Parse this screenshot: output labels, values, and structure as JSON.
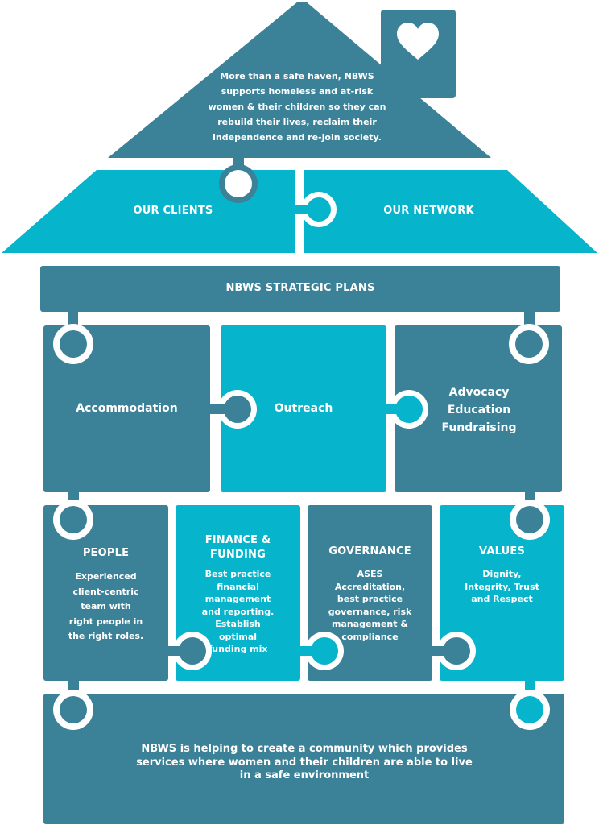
{
  "colors": {
    "dark": "#3b8298",
    "light": "#06b4cb",
    "background": "#ffffff",
    "text": "#ffffff"
  },
  "roof": {
    "intro": "More than a safe haven, NBWS supports homeless and at-risk women & their children so they can rebuild their lives, reclaim their independence and re-join society.",
    "chimney_icon": "heart-icon"
  },
  "eaves": {
    "left_label": "OUR CLIENTS",
    "right_label": "OUR NETWORK"
  },
  "strategic": {
    "label": "NBWS STRATEGIC PLANS"
  },
  "pillars": {
    "accommodation": "Accommodation",
    "outreach": "Outreach",
    "advocacy_lines": [
      "Advocacy",
      "Education",
      "Fundraising"
    ]
  },
  "foundations": [
    {
      "title_lines": [
        "PEOPLE"
      ],
      "body_lines": [
        "Experienced",
        "client-centric",
        "team with",
        "right people in",
        "the right roles."
      ]
    },
    {
      "title_lines": [
        "FINANCE &",
        "FUNDING"
      ],
      "body_lines": [
        "Best practice",
        "financial",
        "management",
        "and reporting.",
        "Establish",
        "optimal",
        "funding mix"
      ]
    },
    {
      "title_lines": [
        "GOVERNANCE"
      ],
      "body_lines": [
        "ASES",
        "Accreditation,",
        "best practice",
        "governance, risk",
        "management &",
        "compliance"
      ]
    },
    {
      "title_lines": [
        "VALUES"
      ],
      "body_lines": [
        "Dignity,",
        "Integrity, Trust",
        "and Respect"
      ]
    }
  ],
  "base": {
    "lines": [
      "NBWS is helping to create a community which provides",
      "services where women and their children are able to live",
      "in a safe environment"
    ]
  }
}
